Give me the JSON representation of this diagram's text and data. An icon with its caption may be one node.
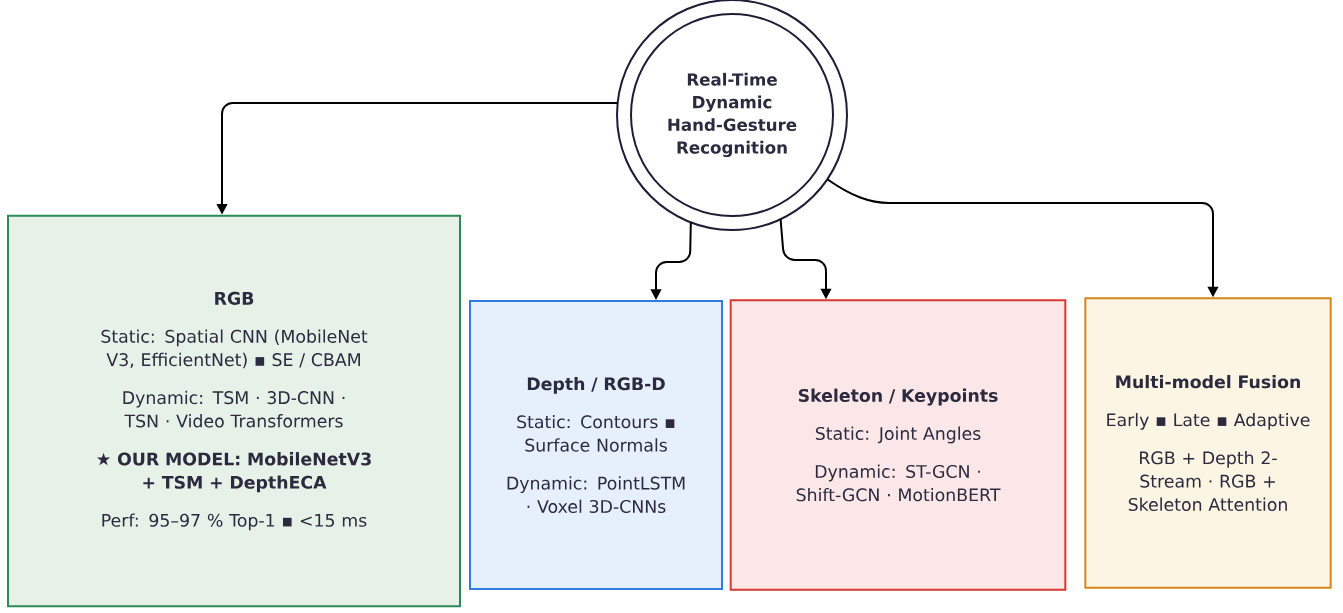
{
  "diagram": {
    "nodes": [
      {
        "text": [
          "Real-Time Dynamic Hand-Gesture Recognition"
        ]
      },
      {
        "text": [
          "RGB",
          "Static: Spatial CNN (MobileNet V3, EfficientNet) ▪ SE / CBAM",
          "Dynamic: TSM · 3D-CNN · TSN · Video Transformers",
          "★ OUR MODEL: MobileNetV3 + TSM + DepthECA",
          "Perf: 95–97 % Top-1 ▪ <15 ms"
        ]
      },
      {
        "text": [
          "Depth / RGB-D",
          "Static: Contours ▪ Surface Normals",
          "Dynamic: PointLSTM · Voxel 3D-CNNs"
        ]
      },
      {
        "text": [
          "Skeleton / Keypoints",
          "Static: Joint Angles",
          "Dynamic: ST-GCN · Shift-GCN · MotionBERT"
        ]
      },
      {
        "text": [
          "Multi-model Fusion",
          "Early ▪ Late ▪ Adaptive",
          "RGB + Depth 2-Stream · RGB + Skeleton Attention"
        ]
      }
    ],
    "edges": [
      {
        "from": 0,
        "to": 1,
        "arrow": "to"
      },
      {
        "from": 0,
        "to": 2,
        "arrow": "to"
      },
      {
        "from": 0,
        "to": 3,
        "arrow": "to"
      },
      {
        "from": 0,
        "to": 4,
        "arrow": "to"
      }
    ]
  }
}
